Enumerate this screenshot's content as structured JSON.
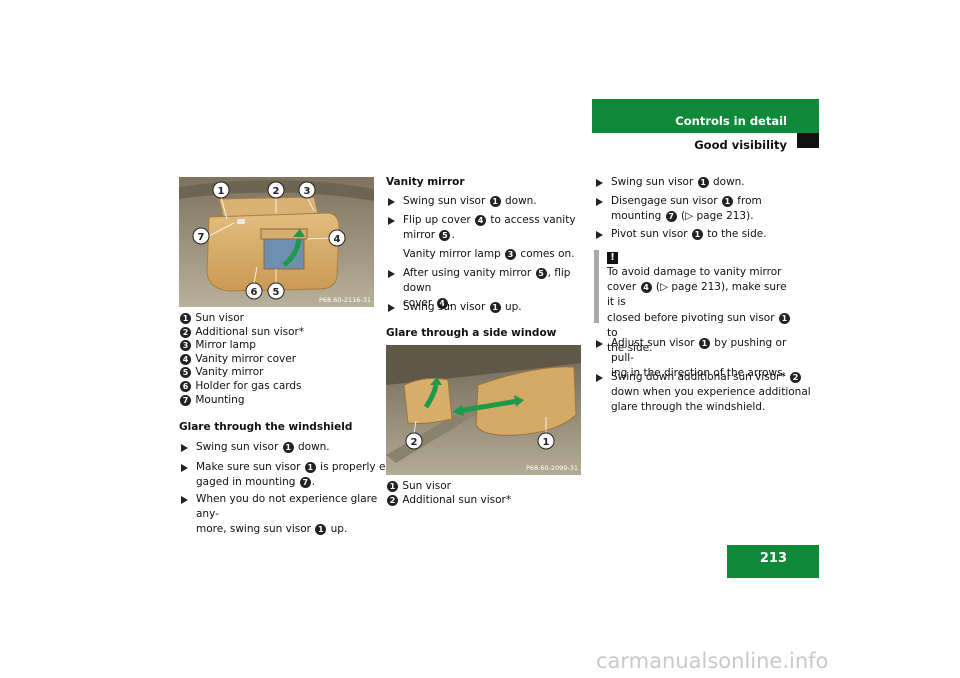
{
  "header": {
    "section_title": "Controls in detail",
    "subsection_title": "Good visibility",
    "page_number": "213",
    "accent_color": "#0f8a3b"
  },
  "figure1": {
    "code": "P68.60-2116-31",
    "callouts": [
      "1",
      "2",
      "3",
      "4",
      "5",
      "6",
      "7"
    ]
  },
  "legend1": [
    {
      "num": "1",
      "text": "Sun visor"
    },
    {
      "num": "2",
      "text": "Additional sun visor*"
    },
    {
      "num": "3",
      "text": "Mirror lamp"
    },
    {
      "num": "4",
      "text": "Vanity mirror cover"
    },
    {
      "num": "5",
      "text": "Vanity mirror"
    },
    {
      "num": "6",
      "text": "Holder for gas cards"
    },
    {
      "num": "7",
      "text": "Mounting"
    }
  ],
  "windshield": {
    "heading": "Glare through the windshield",
    "b1": {
      "pre": "Swing sun visor ",
      "n": "1",
      "post": " down."
    },
    "b2": {
      "pre": "Make sure sun visor ",
      "n": "1",
      "mid": " is properly en-",
      "line2": "gaged in mounting ",
      "n2": "7",
      "post": "."
    },
    "b3": {
      "line1": "When you do not experience glare any-",
      "line2": "more, swing sun visor ",
      "n": "1",
      "post": " up."
    }
  },
  "vanity": {
    "heading": "Vanity mirror",
    "b1": {
      "pre": "Swing sun visor ",
      "n": "1",
      "post": " down."
    },
    "b2": {
      "pre": "Flip up cover ",
      "n": "4",
      "mid": " to access vanity",
      "line2": "mirror ",
      "n2": "5",
      "post": "."
    },
    "lamp": {
      "pre": "Vanity mirror lamp ",
      "n": "3",
      "post": " comes on."
    },
    "b3": {
      "pre": "After using vanity mirror ",
      "n": "5",
      "mid": ", flip down",
      "line2": "cover ",
      "n2": "4",
      "post": "."
    },
    "b4": {
      "pre": "Swing sun visor ",
      "n": "1",
      "post": " up."
    }
  },
  "side_window": {
    "heading": "Glare through a side window"
  },
  "figure2": {
    "code": "P68.60-2099-31",
    "callouts": [
      "2",
      "1"
    ]
  },
  "legend2": [
    {
      "num": "1",
      "text": "Sun visor"
    },
    {
      "num": "2",
      "text": "Additional sun visor*"
    }
  ],
  "col3": {
    "b1": {
      "pre": "Swing sun visor ",
      "n": "1",
      "post": " down."
    },
    "b2": {
      "pre": "Disengage sun visor ",
      "n": "1",
      "mid": " from",
      "line2": "mounting ",
      "n2": "7",
      "post": " (▷ page 213)."
    },
    "b3": {
      "pre": "Pivot sun visor ",
      "n": "1",
      "post": " to the side."
    },
    "note": {
      "icon": "!",
      "l1": "To avoid damage to vanity mirror",
      "l2a": "cover ",
      "n1": "4",
      "l2b": " (▷ page 213), make sure it is",
      "l3a": "closed before pivoting sun visor ",
      "n2": "1",
      "l3b": " to",
      "l4": "the side."
    },
    "b4": {
      "pre": "Adjust sun visor ",
      "n": "1",
      "mid": " by pushing or pull-",
      "line2": "ing in the direction of the arrows."
    },
    "b5": {
      "pre": "Swing down additional sun visor* ",
      "n": "2",
      "line2": "down when you experience additional",
      "line3": "glare through the windshield."
    }
  },
  "watermark": "carmanualsonline.info"
}
